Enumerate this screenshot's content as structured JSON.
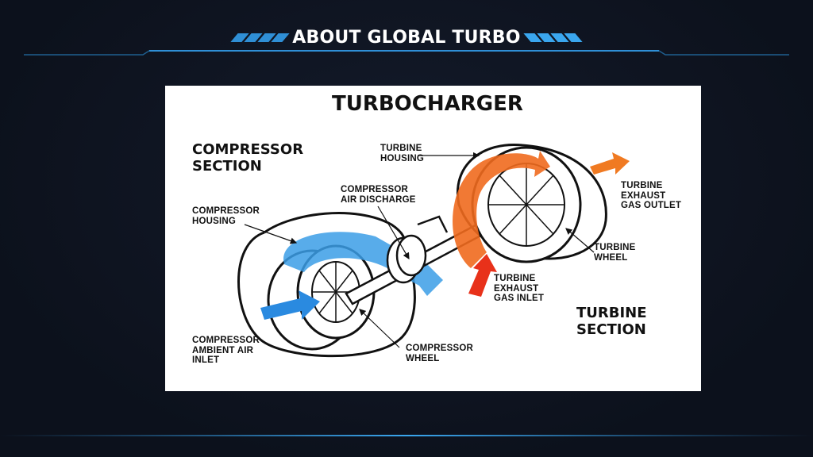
{
  "header": {
    "title": "ABOUT GLOBAL TURBO",
    "accent_color": "#2f8fd6"
  },
  "diagram": {
    "title": "TURBOCHARGER",
    "compressor_section": [
      "COMPRESSOR",
      "SECTION"
    ],
    "turbine_section": [
      "TURBINE",
      "SECTION"
    ],
    "labels": {
      "turbine_housing": [
        "TURBINE",
        "HOUSING"
      ],
      "compressor_air_discharge": [
        "COMPRESSOR",
        "AIR DISCHARGE"
      ],
      "compressor_housing": [
        "COMPRESSOR",
        "HOUSING"
      ],
      "turbine_exhaust_gas_outlet": [
        "TURBINE",
        "EXHAUST",
        "GAS OUTLET"
      ],
      "turbine_wheel": [
        "TURBINE",
        "WHEEL"
      ],
      "turbine_exhaust_gas_inlet": [
        "TURBINE",
        "EXHAUST",
        "GAS INLET"
      ],
      "compressor_ambient_air_inlet": [
        "COMPRESSOR",
        "AMBIENT AIR",
        "INLET"
      ],
      "compressor_wheel": [
        "COMPRESSOR",
        "WHEEL"
      ]
    },
    "colors": {
      "air_flow": "#3b9ee6",
      "exhaust_flow": "#f06a1e",
      "hot_inlet": "#e8311a"
    }
  }
}
